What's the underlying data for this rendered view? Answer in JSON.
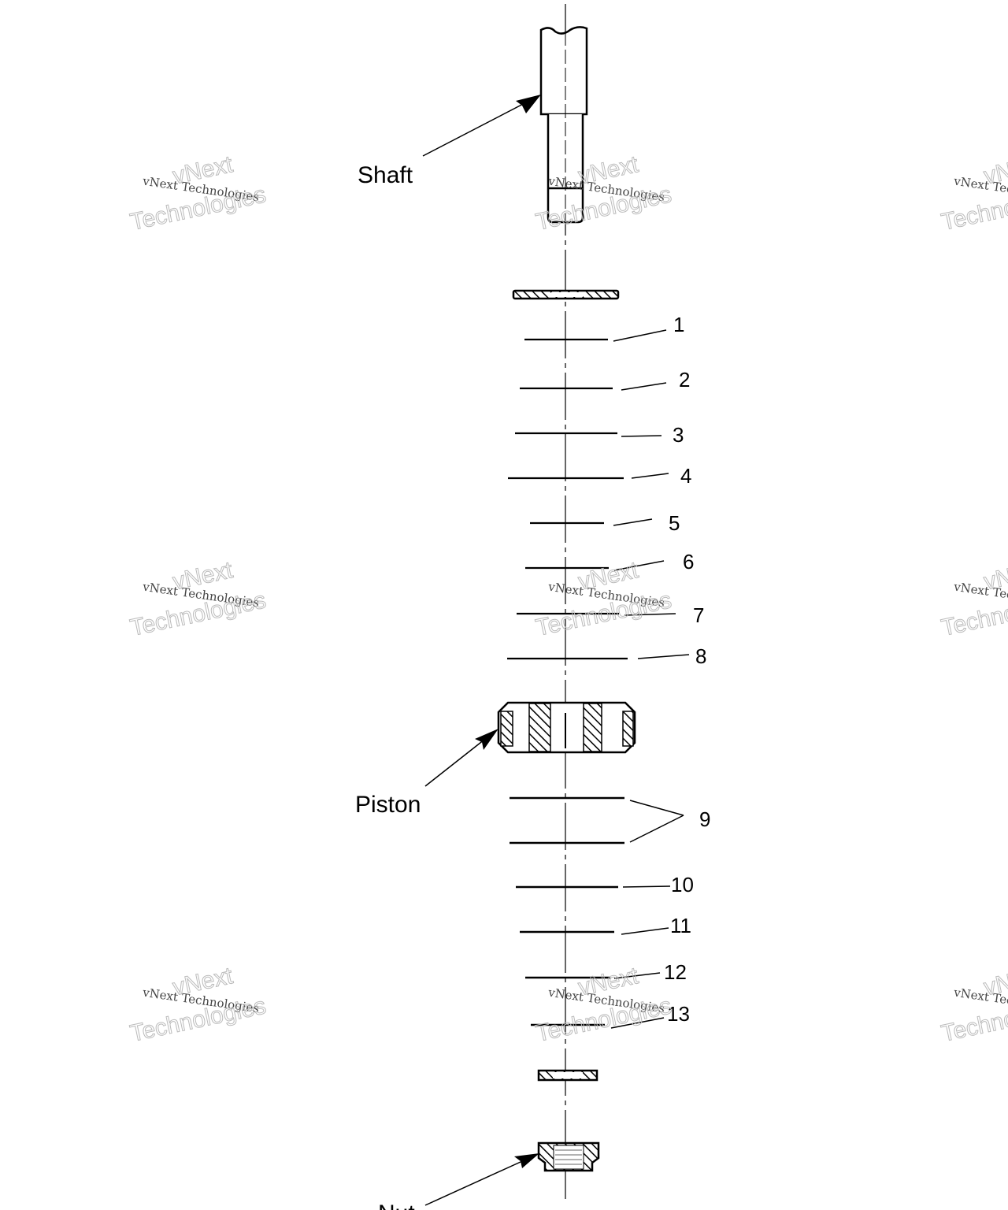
{
  "diagram": {
    "labels": {
      "shaft": "Shaft",
      "piston": "Piston",
      "nut": "Nut"
    },
    "callouts": [
      "1",
      "2",
      "3",
      "4",
      "5",
      "6",
      "7",
      "8",
      "9",
      "10",
      "11",
      "12",
      "13"
    ],
    "watermark": {
      "line1": "vNext Technologies",
      "line2": "vNext",
      "line3": "Technologies"
    },
    "line_color": "#000000"
  }
}
